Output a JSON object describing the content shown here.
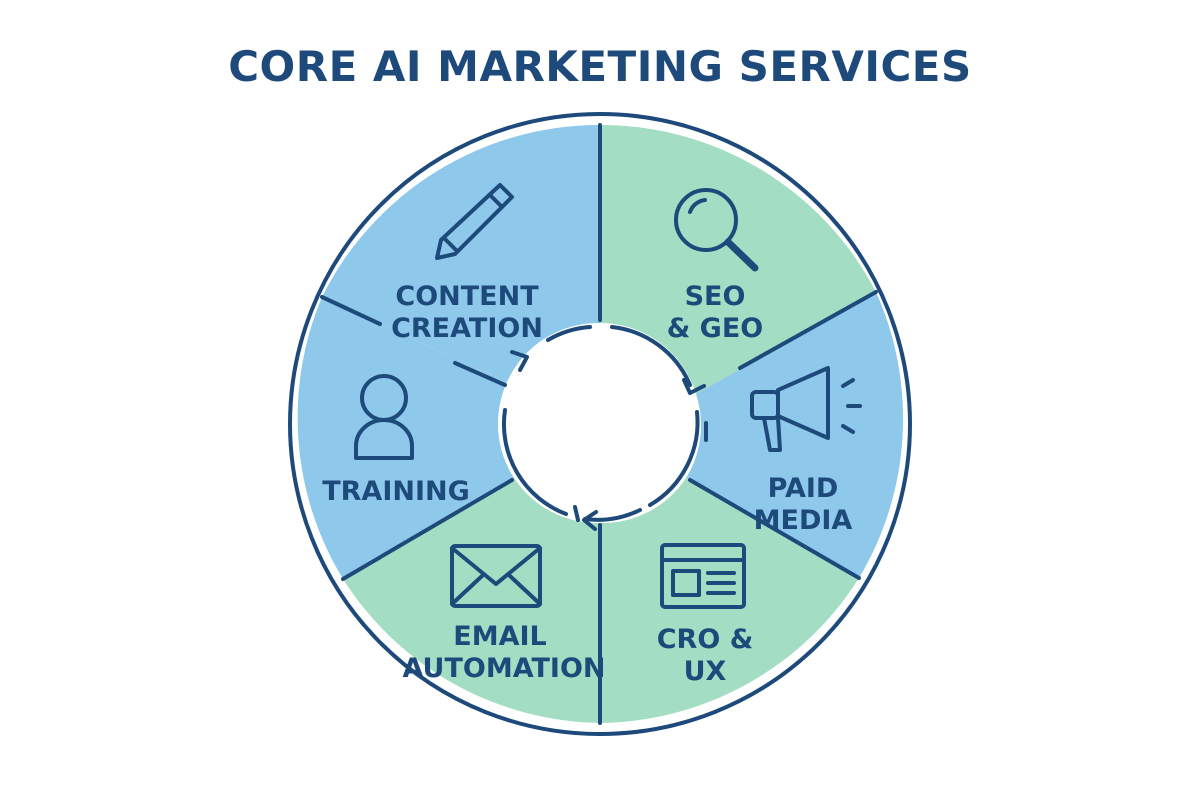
{
  "title": "CORE AI MARKETING SERVICES",
  "colors": {
    "text": "#1d4a7a",
    "outline": "#1d4a7a",
    "blue_segment": "#8ec8ea",
    "green_segment": "#a3ddc4",
    "background": "#ffffff"
  },
  "segments": [
    {
      "label_lines": [
        "CONTENT",
        "CREATION"
      ],
      "icon": "pencil-icon",
      "color": "blue"
    },
    {
      "label_lines": [
        "SEO",
        "& GEO"
      ],
      "icon": "magnifier-icon",
      "color": "green"
    },
    {
      "label_lines": [
        "PAID",
        "MEDIA"
      ],
      "icon": "megaphone-icon",
      "color": "blue"
    },
    {
      "label_lines": [
        "CRO &",
        "UX"
      ],
      "icon": "webpage-icon",
      "color": "green"
    },
    {
      "label_lines": [
        "EMAIL",
        "AUTOMATION"
      ],
      "icon": "envelope-icon",
      "color": "green"
    },
    {
      "label_lines": [
        "TRAINING"
      ],
      "icon": "person-icon",
      "color": "blue"
    }
  ]
}
